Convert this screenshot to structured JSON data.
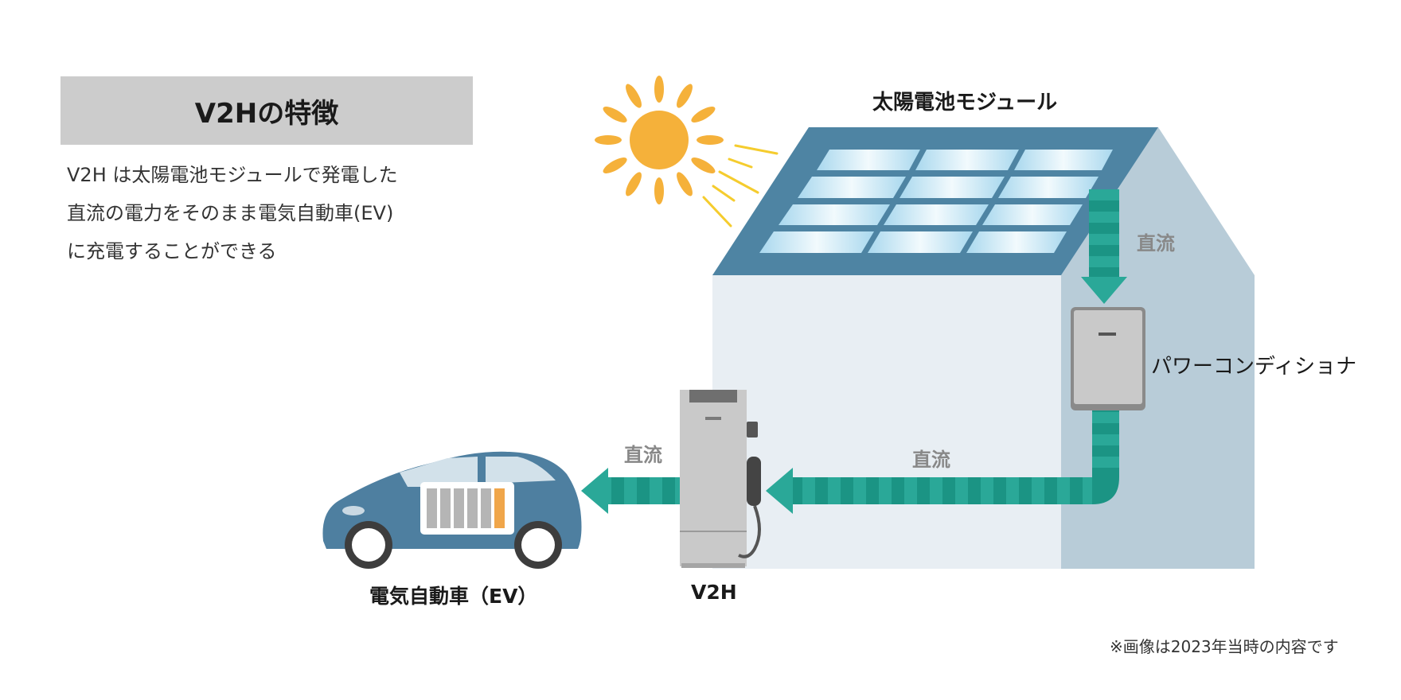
{
  "panel": {
    "title": "V2Hの特徴",
    "description_lines": [
      "V2H は太陽電池モジュールで発電した",
      "直流の電力をそのまま電気自動車(EV)",
      "に充電することができる"
    ]
  },
  "diagram": {
    "solar_module_label": "太陽電池モジュール",
    "power_conditioner_label": "パワーコンディショナ",
    "ev_label": "電気自動車（EV）",
    "v2h_label": "V2H",
    "flow_labels": [
      "直流",
      "直流",
      "直流"
    ]
  },
  "footnote": "※画像は2023年当時の内容です",
  "colors": {
    "sun": "#f5b13a",
    "roof": "#4e84a3",
    "panel_cell": "#bfe2f2",
    "house_front": "#e8eef3",
    "house_side": "#b8ccd8",
    "flow_arrow": "#2aa898",
    "car_body": "#4e7fa0",
    "battery_cell": "#b5b5b5",
    "battery_full_cell": "#f0a64a",
    "unit_gray": "#c9c9c9"
  },
  "icons": [
    "sun-icon",
    "solar-panel-icon",
    "house-icon",
    "power-conditioner-icon",
    "v2h-charger-icon",
    "electric-car-icon",
    "battery-icon"
  ]
}
